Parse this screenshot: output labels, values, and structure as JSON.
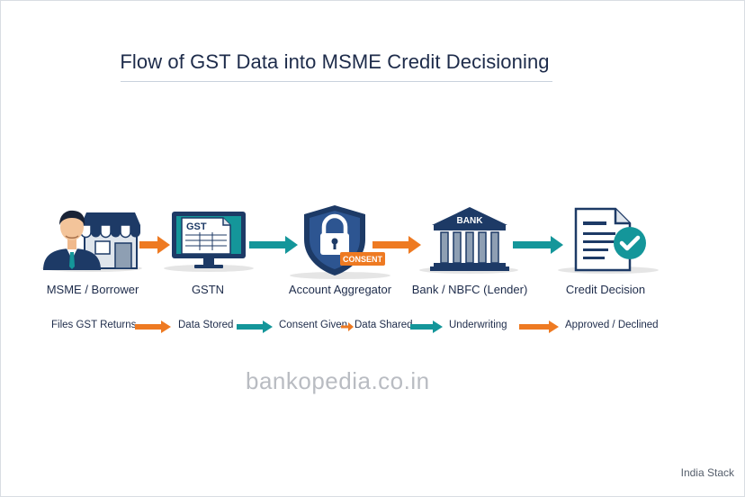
{
  "title": "Flow of GST Data into MSME Credit Decisioning",
  "nodes": [
    {
      "label": "MSME / Borrower",
      "icon": "borrower-shop-icon"
    },
    {
      "label": "GSTN",
      "icon": "gst-monitor-icon",
      "badge": "GST"
    },
    {
      "label": "Account Aggregator",
      "icon": "consent-shield-lock-icon",
      "badge": "CONSENT"
    },
    {
      "label": "Bank / NBFC (Lender)",
      "icon": "bank-building-icon",
      "badge": "BANK"
    },
    {
      "label": "Credit Decision",
      "icon": "approved-document-icon"
    }
  ],
  "steps": [
    "Files GST Returns",
    "Data Stored",
    "Consent Given",
    "Data Shared",
    "Underwriting",
    "Approved / Declined"
  ],
  "watermark": "bankopedia.co.in",
  "footer": "India Stack",
  "colors": {
    "orange": "#ee7a22",
    "teal": "#14969a",
    "navy": "#1d3a66",
    "dark": "#1d2b4a"
  }
}
